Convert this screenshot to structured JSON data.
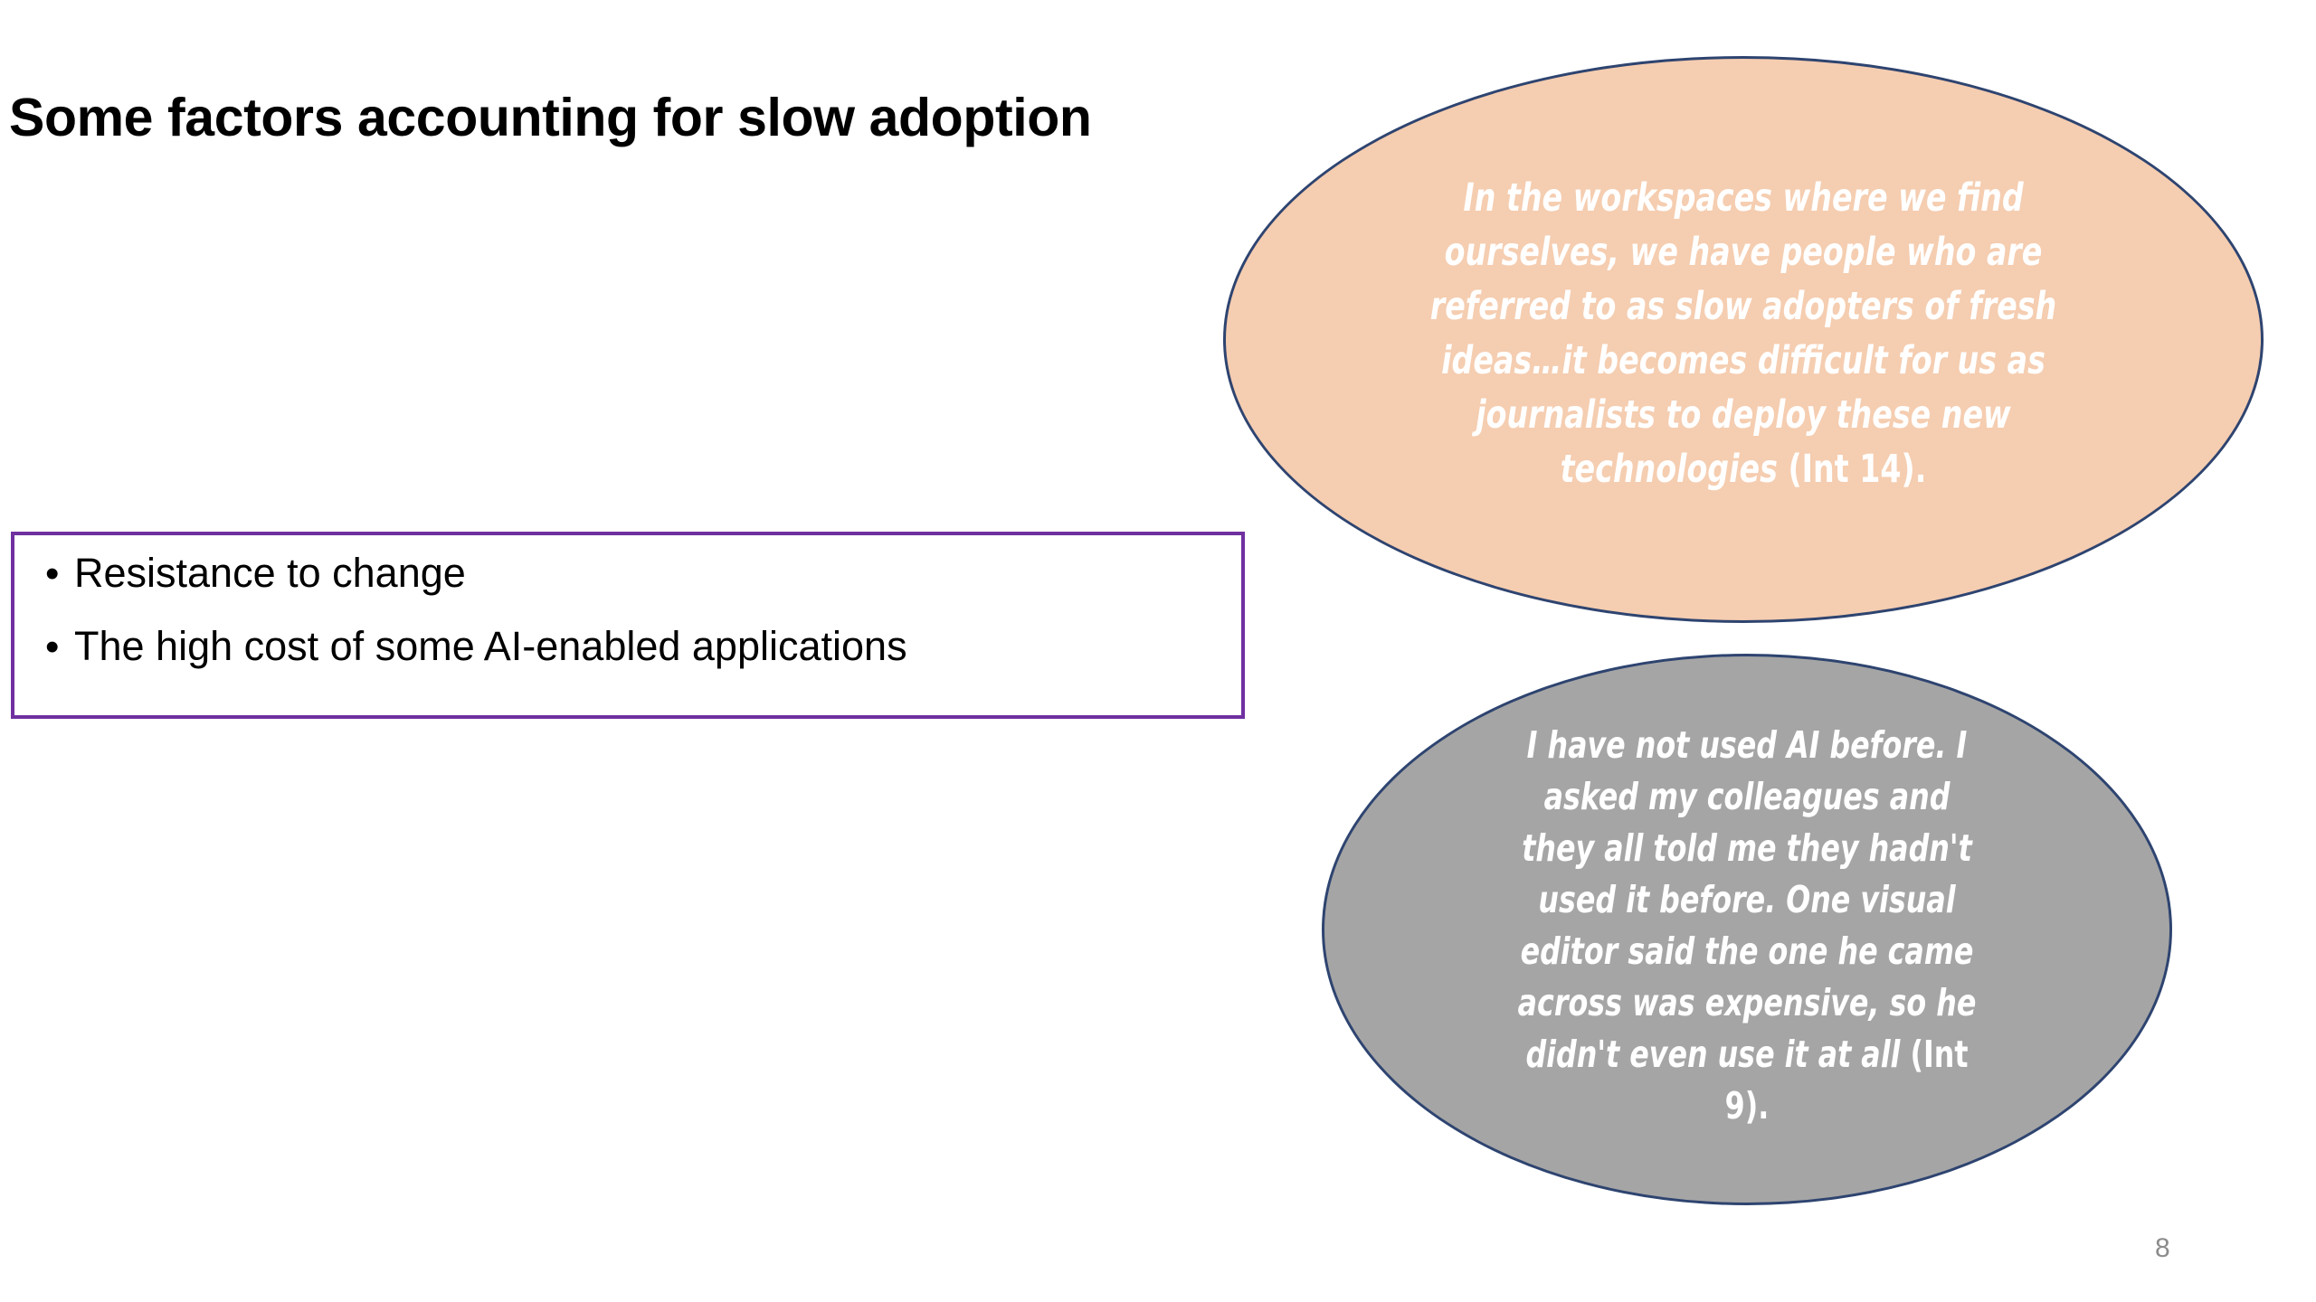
{
  "slide": {
    "title": "Some factors accounting for slow adoption",
    "page_number": "8",
    "background_color": "#ffffff"
  },
  "bullet_box": {
    "border_color": "#7030a0",
    "bullet_glyph": "•",
    "items": [
      {
        "text": "Resistance to change"
      },
      {
        "text": "The high cost of some AI-enabled applications"
      }
    ]
  },
  "quotes": [
    {
      "id": "quote-orange",
      "shape": "ellipse",
      "fill_color": "#f5cdb0",
      "border_color": "#2e4470",
      "text_color": "#ffffff",
      "quote": "In the workspaces where we find ourselves, we have people who are referred to as slow adopters of fresh ideas…it becomes difficult for us as journalists to deploy these new technologies ",
      "source": "(Int 14)."
    },
    {
      "id": "quote-gray",
      "shape": "ellipse",
      "fill_color": "#a5a5a5",
      "border_color": "#2e4470",
      "text_color": "#ffffff",
      "quote": "I have not used AI before. I asked my colleagues and they all told me they hadn't used it before. One visual editor said the one he came across was expensive, so he didn't even use it at all ",
      "source": "(Int 9)."
    }
  ]
}
